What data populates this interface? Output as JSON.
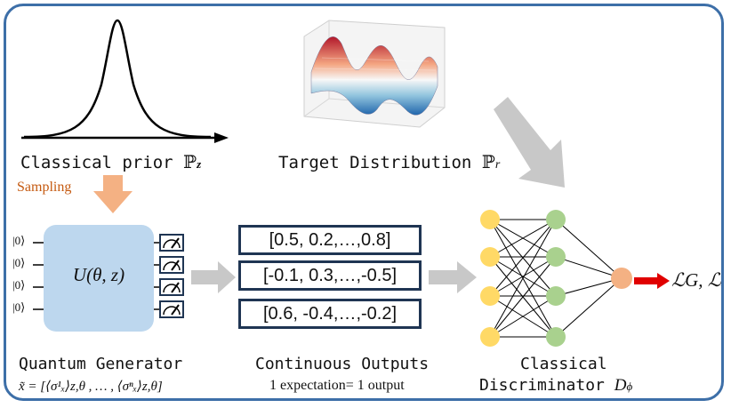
{
  "prior": {
    "label_text": "Classical prior ",
    "label_symbol": "ℙ",
    "label_sub": "z"
  },
  "target": {
    "label_text": "Target Distribution ",
    "label_symbol": "ℙ",
    "label_sub": "r"
  },
  "sampling_label": "Sampling",
  "qubit_ket": "|0⟩",
  "generator": {
    "circuit_label": "U(θ, z)",
    "title": "Quantum Generator",
    "formula": "x̃ = [⟨σ¹ₓ⟩z,θ , … , ⟨σⁿₓ⟩z,θ]"
  },
  "outputs": {
    "rows": [
      "[0.5, 0.2,…,0.8]",
      "[-0.1, 0.3,…,-0.5]",
      "[0.6, -0.4,…,-0.2]"
    ],
    "title": "Continuous Outputs",
    "subtitle": "1 expectation= 1 output"
  },
  "discriminator": {
    "title_line1": "Classical",
    "title_line2": "Discriminator ",
    "symbol": "D",
    "symbol_sub": "ϕ"
  },
  "loss_label": "ℒG, ℒD",
  "colors": {
    "frame": "#3d6fa8",
    "sampling_arrow": "#f4b183",
    "sampling_text": "#c55a11",
    "generator_box": "#bdd7ee",
    "output_border": "#1f3553",
    "input_node": "#ffd966",
    "hidden_node": "#a9d18e",
    "output_node": "#f4b183",
    "loss_arrow": "#e00000",
    "grey_arrow": "#c8c8c8"
  },
  "icons": [
    "gaussian-curve-icon",
    "surface-plot-icon",
    "measurement-meter-icon",
    "neural-network-icon"
  ]
}
